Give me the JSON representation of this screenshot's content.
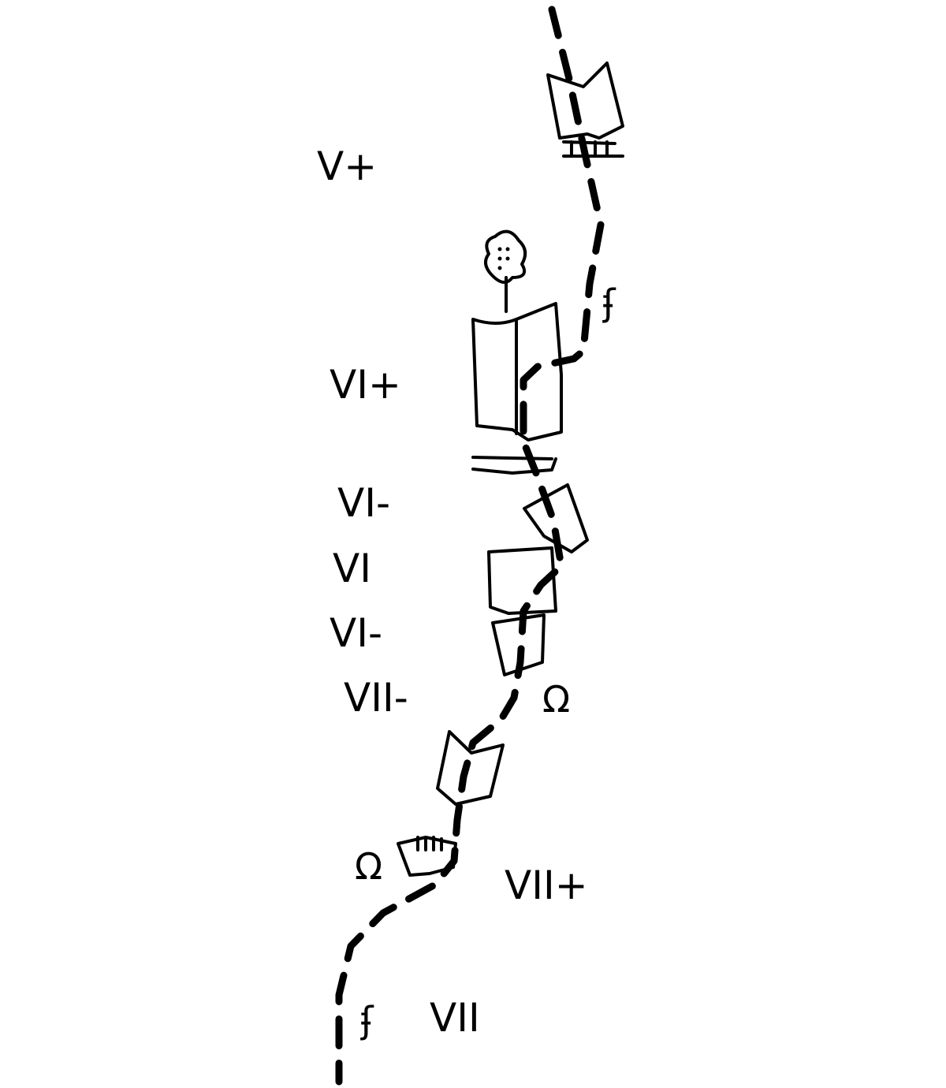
{
  "topo": {
    "grades": [
      "V+",
      "VI+",
      "VI-",
      "VI",
      "VI-",
      "VII-",
      "VII+",
      "VII"
    ],
    "symbols": {
      "piton_upper": "ʄ",
      "piton_lower": "ʄ",
      "sling_upper": "Ω",
      "sling_lower": "Ω"
    },
    "colors": {
      "ink": "#000000",
      "background": "#ffffff"
    }
  }
}
